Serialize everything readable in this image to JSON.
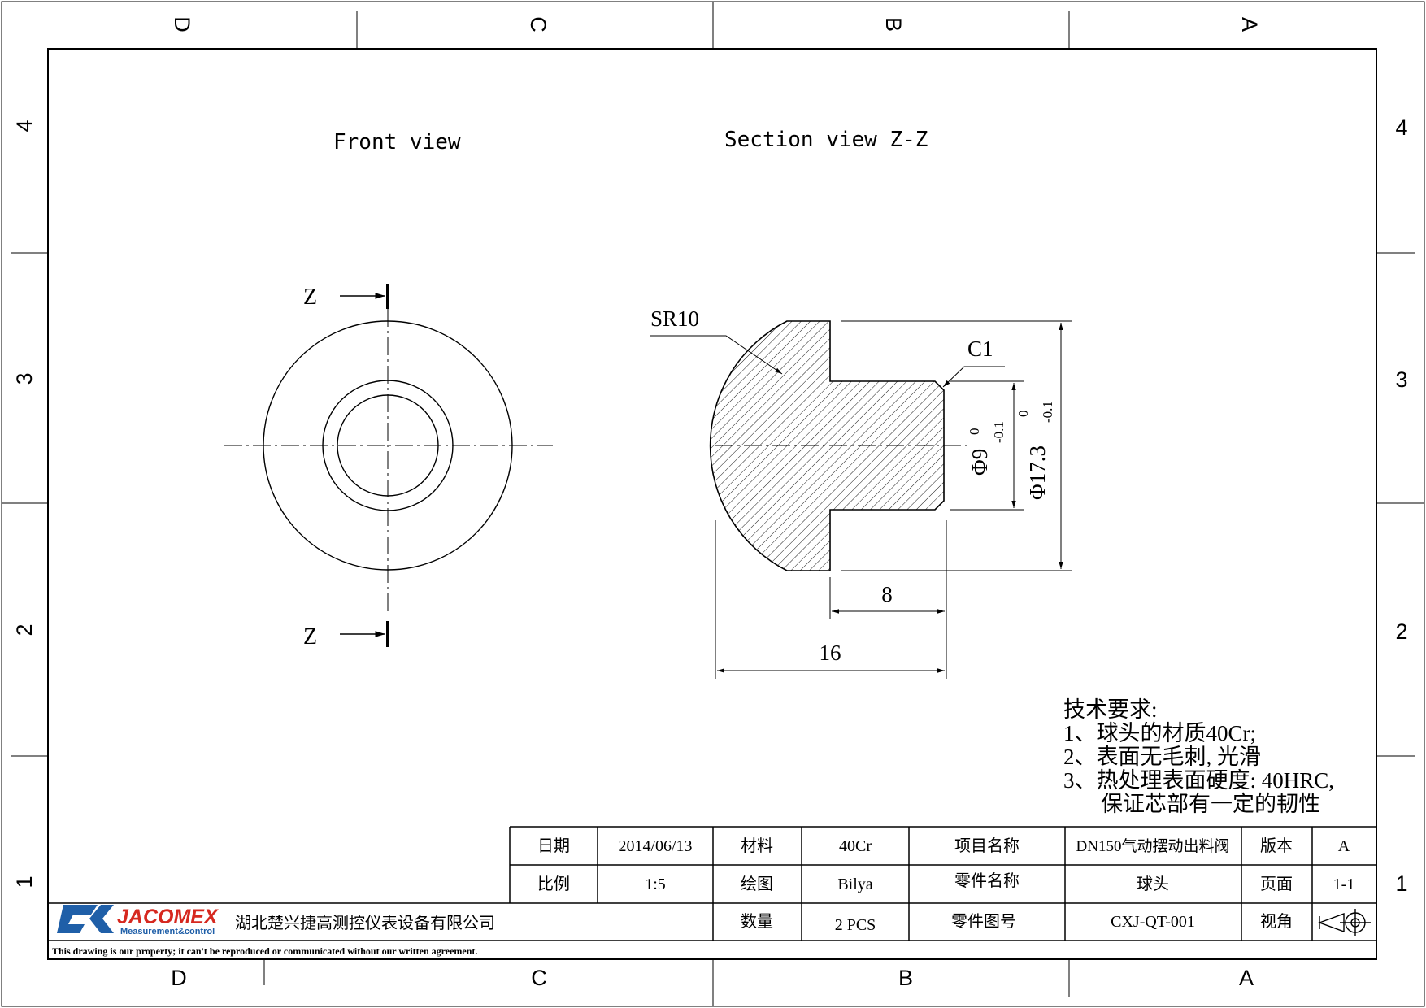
{
  "grid_labels": {
    "columns": [
      "D",
      "C",
      "B",
      "A"
    ],
    "rows": [
      "4",
      "3",
      "2",
      "1"
    ]
  },
  "views": {
    "front_view_title": "Front view",
    "section_view_title": "Section view Z-Z",
    "section_marker_top": "Z",
    "section_marker_bottom": "Z"
  },
  "dimensions": {
    "sphere_radius": "SR10",
    "chamfer": "C1",
    "stem_diameter": "Φ9",
    "stem_tolerance_upper": "0",
    "stem_tolerance_lower": "-0.1",
    "head_diameter": "Φ17.3",
    "head_tolerance_upper": "0",
    "head_tolerance_lower": "-0.1",
    "stem_length": "8",
    "total_length": "16"
  },
  "technical_requirements": {
    "heading": "技术要求:",
    "items": [
      "1、球头的材质40Cr;",
      "2、表面无毛刺, 光滑",
      "3、热处理表面硬度: 40HRC,",
      "保证芯部有一定的韧性"
    ]
  },
  "title_block": {
    "date_label": "日期",
    "date_value": "2014/06/13",
    "material_label": "材料",
    "material_value": "40Cr",
    "project_label": "项目名称",
    "project_value": "DN150气动摆动出料阀",
    "version_label": "版本",
    "version_value": "A",
    "scale_label": "比例",
    "scale_value": "1:5",
    "drawn_label": "绘图",
    "drawn_value": "Bilya",
    "part_name_label": "零件名称",
    "part_name_value": "球头",
    "page_label": "页面",
    "page_value": "1-1",
    "quantity_label": "数量",
    "quantity_value": "2 PCS",
    "part_number_label": "零件图号",
    "part_number_value": "CXJ-QT-001",
    "view_angle_label": "视角"
  },
  "company": {
    "logo_text": "JACOMEX",
    "logo_subtext": "Measurement&control",
    "name": "湖北楚兴捷高测控仪表设备有限公司",
    "notice": "This drawing is our property; it can't be reproduced or communicated without our written agreement."
  },
  "colors": {
    "line": "#000000",
    "logo_blue": "#1f5fa8",
    "logo_red": "#d6281f"
  }
}
